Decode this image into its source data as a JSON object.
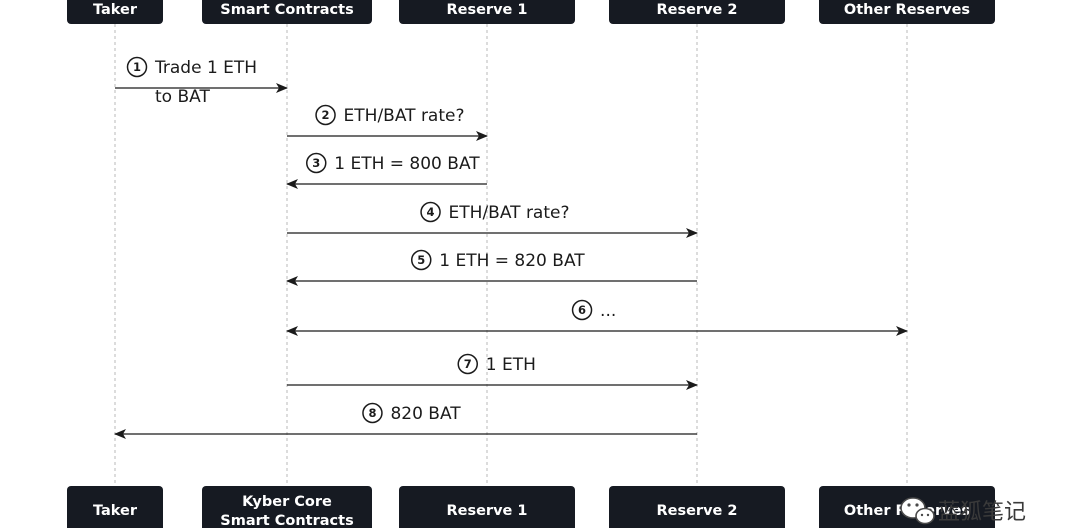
{
  "actors_top": [
    {
      "id": "taker",
      "label": "Taker"
    },
    {
      "id": "kyber",
      "label": "Smart Contracts"
    },
    {
      "id": "reserve1",
      "label": "Reserve 1"
    },
    {
      "id": "reserve2",
      "label": "Reserve 2"
    },
    {
      "id": "other",
      "label": "Other Reserves"
    }
  ],
  "actors_bottom": [
    {
      "id": "taker",
      "lines": [
        "Taker"
      ]
    },
    {
      "id": "kyber",
      "lines": [
        "Kyber Core",
        "Smart Contracts"
      ]
    },
    {
      "id": "reserve1",
      "lines": [
        "Reserve 1"
      ]
    },
    {
      "id": "reserve2",
      "lines": [
        "Reserve 2"
      ]
    },
    {
      "id": "other",
      "lines": [
        "Other Reserves"
      ]
    }
  ],
  "messages": [
    {
      "step": "1",
      "from": "taker",
      "to": "kyber",
      "text": [
        "Trade 1 ETH",
        "to BAT"
      ]
    },
    {
      "step": "2",
      "from": "kyber",
      "to": "reserve1",
      "text": [
        "ETH/BAT rate?"
      ]
    },
    {
      "step": "3",
      "from": "reserve1",
      "to": "kyber",
      "text": [
        "1 ETH = 800 BAT"
      ]
    },
    {
      "step": "4",
      "from": "kyber",
      "to": "reserve2",
      "text": [
        "ETH/BAT rate?"
      ]
    },
    {
      "step": "5",
      "from": "reserve2",
      "to": "kyber",
      "text": [
        "1 ETH = 820 BAT"
      ]
    },
    {
      "step": "6",
      "from": "kyber",
      "to": "other",
      "bidirectional": true,
      "text": [
        "..."
      ]
    },
    {
      "step": "7",
      "from": "kyber",
      "to": "reserve2",
      "text": [
        "1 ETH"
      ]
    },
    {
      "step": "8",
      "from": "reserve2",
      "to": "taker",
      "text": [
        "820 BAT"
      ]
    }
  ],
  "watermark": {
    "text": "蓝狐笔记",
    "icon": "wechat-icon"
  }
}
